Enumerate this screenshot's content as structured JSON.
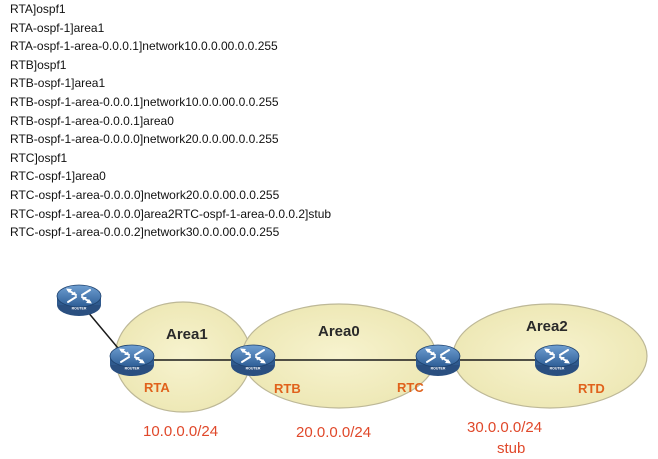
{
  "config_lines": [
    "RTA]ospf1",
    "RTA-ospf-1]area1",
    "RTA-ospf-1-area-0.0.0.1]network10.0.0.00.0.0.255",
    "RTB]ospf1",
    "RTB-ospf-1]area1",
    "RTB-ospf-1-area-0.0.0.1]network10.0.0.00.0.0.255",
    "RTB-ospf-1-area-0.0.0.1]area0",
    "RTB-ospf-1-area-0.0.0.0]network20.0.0.00.0.0.255",
    "RTC]ospf1",
    "RTC-ospf-1]area0",
    "RTC-ospf-1-area-0.0.0.0]network20.0.0.00.0.0.255",
    "RTC-ospf-1-area-0.0.0.0]area2RTC-ospf-1-area-0.0.0.2]stub",
    "RTC-ospf-1-area-0.0.0.2]network30.0.0.00.0.0.255"
  ],
  "areas": {
    "area1": "Area1",
    "area0": "Area0",
    "area2": "Area2"
  },
  "routers": {
    "rta": "RTA",
    "rtb": "RTB",
    "rtc": "RTC",
    "rtd": "RTD",
    "icon_caption": "ROUTER"
  },
  "networks": {
    "net1": "10.0.0.0/24",
    "net2": "20.0.0.0/24",
    "net3": "30.0.0.0/24",
    "net3_note": "stub"
  },
  "colors": {
    "area_fill": "#f2edbf",
    "area_stroke": "#b9b596",
    "router_body": "#3d6fa8",
    "router_label": "#e0621c",
    "network_label": "#e0482a",
    "link": "#1a1a1a"
  },
  "icons": {
    "router": "router-icon"
  }
}
